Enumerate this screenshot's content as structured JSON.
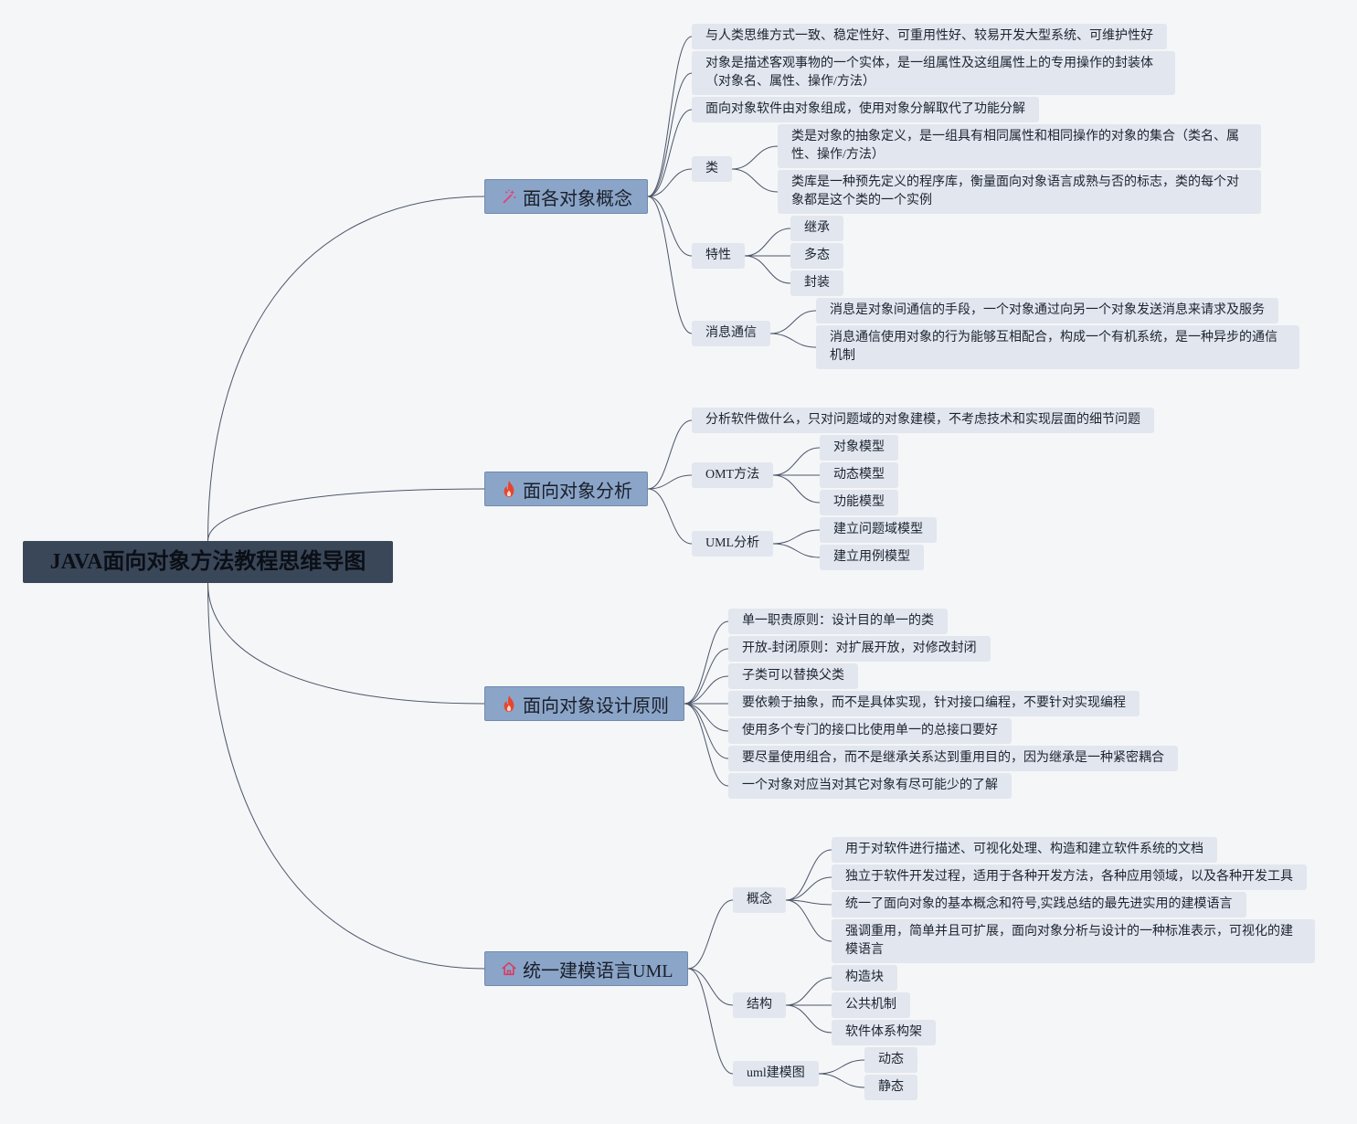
{
  "root": {
    "title": "JAVA面向对象方法教程思维导图"
  },
  "branches": [
    {
      "title": "面各对象概念",
      "icon": "magic-wand-icon",
      "children": [
        {
          "text": "与人类思维方式一致、稳定性好、可重用性好、较易开发大型系统、可维护性好"
        },
        {
          "lines": [
            "对象是描述客观事物的一个实体，是一组属性及这组属性上的专用操作的封装体",
            "（对象名、属性、操作/方法）"
          ]
        },
        {
          "text": "面向对象软件由对象组成，使用对象分解取代了功能分解"
        },
        {
          "text": "类",
          "children": [
            {
              "lines": [
                "类是对象的抽象定义，是一组具有相同属性和相同操作的对象的集合（类名、属",
                "性、操作/方法）"
              ]
            },
            {
              "lines": [
                "类库是一种预先定义的程序库，衡量面向对象语言成熟与否的标志，类的每个对",
                "象都是这个类的一个实例"
              ]
            }
          ]
        },
        {
          "text": "特性",
          "children": [
            {
              "text": "继承"
            },
            {
              "text": "多态"
            },
            {
              "text": "封装"
            }
          ]
        },
        {
          "text": "消息通信",
          "children": [
            {
              "text": "消息是对象间通信的手段，一个对象通过向另一个对象发送消息来请求及服务"
            },
            {
              "lines": [
                "消息通信使用对象的行为能够互相配合，构成一个有机系统，是一种异步的通信",
                "机制"
              ]
            }
          ]
        }
      ]
    },
    {
      "title": "面向对象分析",
      "icon": "fire-icon",
      "children": [
        {
          "text": "分析软件做什么，只对问题域的对象建模，不考虑技术和实现层面的细节问题"
        },
        {
          "text": "OMT方法",
          "children": [
            {
              "text": "对象模型"
            },
            {
              "text": "动态模型"
            },
            {
              "text": "功能模型"
            }
          ]
        },
        {
          "text": "UML分析",
          "children": [
            {
              "text": "建立问题域模型"
            },
            {
              "text": "建立用例模型"
            }
          ]
        }
      ]
    },
    {
      "title": "面向对象设计原则",
      "icon": "fire-icon",
      "children": [
        {
          "text": "单一职责原则：设计目的单一的类"
        },
        {
          "text": "开放-封闭原则：对扩展开放，对修改封闭"
        },
        {
          "text": "子类可以替换父类"
        },
        {
          "text": "要依赖于抽象，而不是具体实现，针对接口编程，不要针对实现编程"
        },
        {
          "text": "使用多个专门的接口比使用单一的总接口要好"
        },
        {
          "text": "要尽量使用组合，而不是继承关系达到重用目的，因为继承是一种紧密耦合"
        },
        {
          "text": "一个对象对应当对其它对象有尽可能少的了解"
        }
      ]
    },
    {
      "title": "统一建模语言UML",
      "icon": "home-icon",
      "children": [
        {
          "text": "概念",
          "children": [
            {
              "text": "用于对软件进行描述、可视化处理、构造和建立软件系统的文档"
            },
            {
              "text": "独立于软件开发过程，适用于各种开发方法，各种应用领域，以及各种开发工具"
            },
            {
              "text": "统一了面向对象的基本概念和符号,实践总结的最先进实用的建模语言"
            },
            {
              "lines": [
                "强调重用，简单并且可扩展，面向对象分析与设计的一种标准表示，可视化的建",
                "模语言"
              ]
            }
          ]
        },
        {
          "text": "结构",
          "children": [
            {
              "text": "构造块"
            },
            {
              "text": "公共机制"
            },
            {
              "text": "软件体系构架"
            }
          ]
        },
        {
          "text": "uml建模图",
          "children": [
            {
              "text": "动态"
            },
            {
              "text": "静态"
            }
          ]
        }
      ]
    }
  ],
  "colors": {
    "background": "#f5f6f8",
    "central_topic": "#3a4759",
    "central_topic_text": "#0b0f16",
    "main_topic": "#8ba5c9",
    "main_topic_border": "#7089ad",
    "subtopic": "#e2e6ee",
    "connector": "#4c566a",
    "icon_wand": "#e0457b",
    "icon_fire": "#e8452c",
    "icon_home": "#d93a62"
  }
}
